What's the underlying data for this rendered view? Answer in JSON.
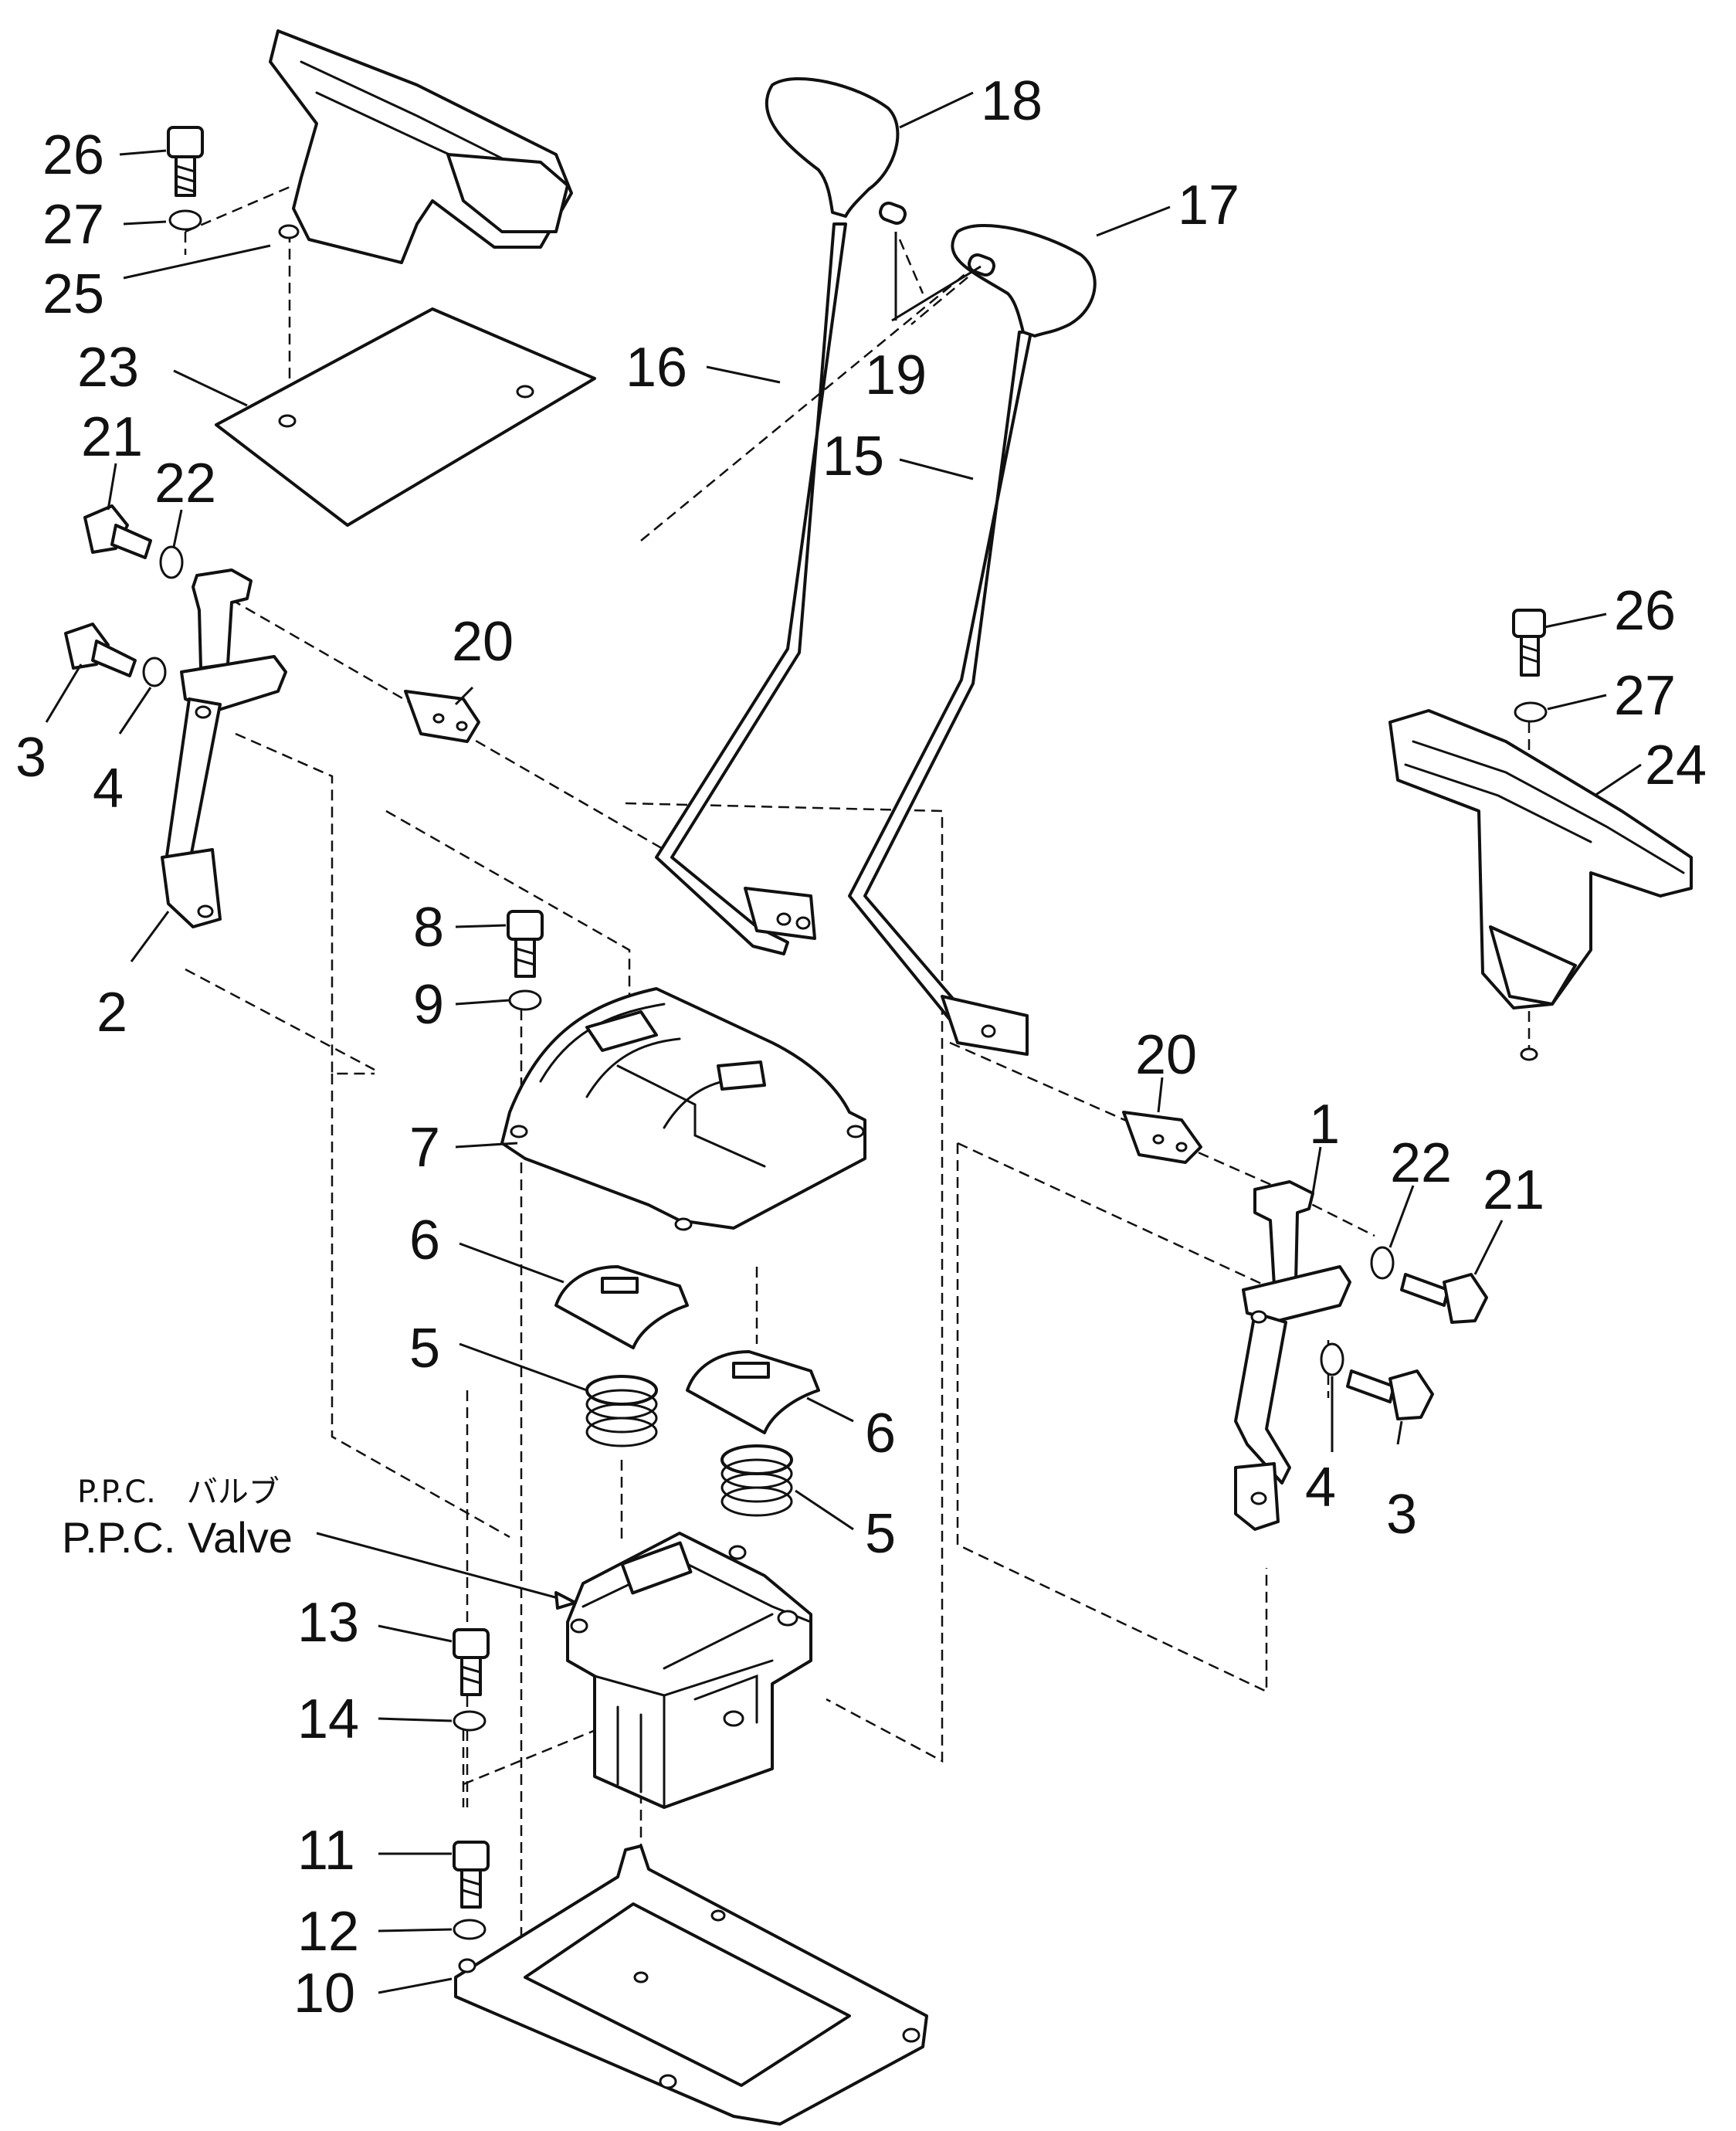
{
  "diagram": {
    "callouts": [
      {
        "id": "c26a",
        "text": "26"
      },
      {
        "id": "c27a",
        "text": "27"
      },
      {
        "id": "c25",
        "text": "25"
      },
      {
        "id": "c23",
        "text": "23"
      },
      {
        "id": "c21a",
        "text": "21"
      },
      {
        "id": "c22a",
        "text": "22"
      },
      {
        "id": "c3a",
        "text": "3"
      },
      {
        "id": "c4a",
        "text": "4"
      },
      {
        "id": "c2",
        "text": "2"
      },
      {
        "id": "c20a",
        "text": "20"
      },
      {
        "id": "c16",
        "text": "16"
      },
      {
        "id": "c18",
        "text": "18"
      },
      {
        "id": "c17",
        "text": "17"
      },
      {
        "id": "c19",
        "text": "19"
      },
      {
        "id": "c15",
        "text": "15"
      },
      {
        "id": "c26b",
        "text": "26"
      },
      {
        "id": "c27b",
        "text": "27"
      },
      {
        "id": "c24",
        "text": "24"
      },
      {
        "id": "c8",
        "text": "8"
      },
      {
        "id": "c9",
        "text": "9"
      },
      {
        "id": "c7",
        "text": "7"
      },
      {
        "id": "c20b",
        "text": "20"
      },
      {
        "id": "c1",
        "text": "1"
      },
      {
        "id": "c22b",
        "text": "22"
      },
      {
        "id": "c21b",
        "text": "21"
      },
      {
        "id": "c6a",
        "text": "6"
      },
      {
        "id": "c5a",
        "text": "5"
      },
      {
        "id": "c6b",
        "text": "6"
      },
      {
        "id": "c5b",
        "text": "5"
      },
      {
        "id": "c4b",
        "text": "4"
      },
      {
        "id": "c3b",
        "text": "3"
      },
      {
        "id": "c13",
        "text": "13"
      },
      {
        "id": "c14",
        "text": "14"
      },
      {
        "id": "c11",
        "text": "11"
      },
      {
        "id": "c12",
        "text": "12"
      },
      {
        "id": "c10",
        "text": "10"
      }
    ],
    "ppc_caption_jp": "P.P.C.　バルブ",
    "ppc_caption_en": "P.P.C. Valve"
  }
}
